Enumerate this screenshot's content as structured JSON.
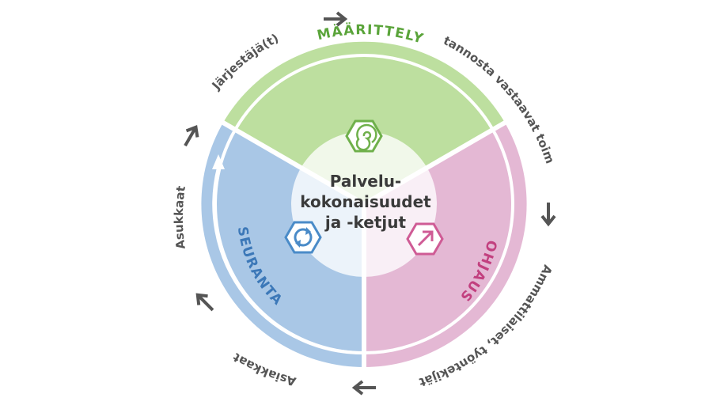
{
  "center": {
    "lines": [
      "Palvelu-",
      "kokonaisuudet",
      "ja -ketjut"
    ]
  },
  "segments": {
    "maarittely": {
      "label": "MÄÄRITTELY",
      "color": "#bddf9f",
      "text_color": "#5aa43a",
      "icon": "spiral-icon"
    },
    "ohjaus": {
      "label": "OHJAUS",
      "color": "#e4b8d4",
      "text_color": "#c2407f",
      "icon": "up-right-arrow-icon"
    },
    "seuranta": {
      "label": "SEURANTA",
      "color": "#a9c7e6",
      "text_color": "#3c78b8",
      "icon": "cycle-icon"
    }
  },
  "outer_labels": {
    "jarjestaja": "Järjestäjä(t)",
    "tuotanto": "Tuotannosta vastaavat toimijat",
    "ammattilaiset": "Ammattilaiset, työntekijät",
    "asiakkaat": "Asiakkaat",
    "asukkaat": "Asukkaat"
  },
  "colors": {
    "arrow": "#555555",
    "center_fill": "#ffffff"
  }
}
